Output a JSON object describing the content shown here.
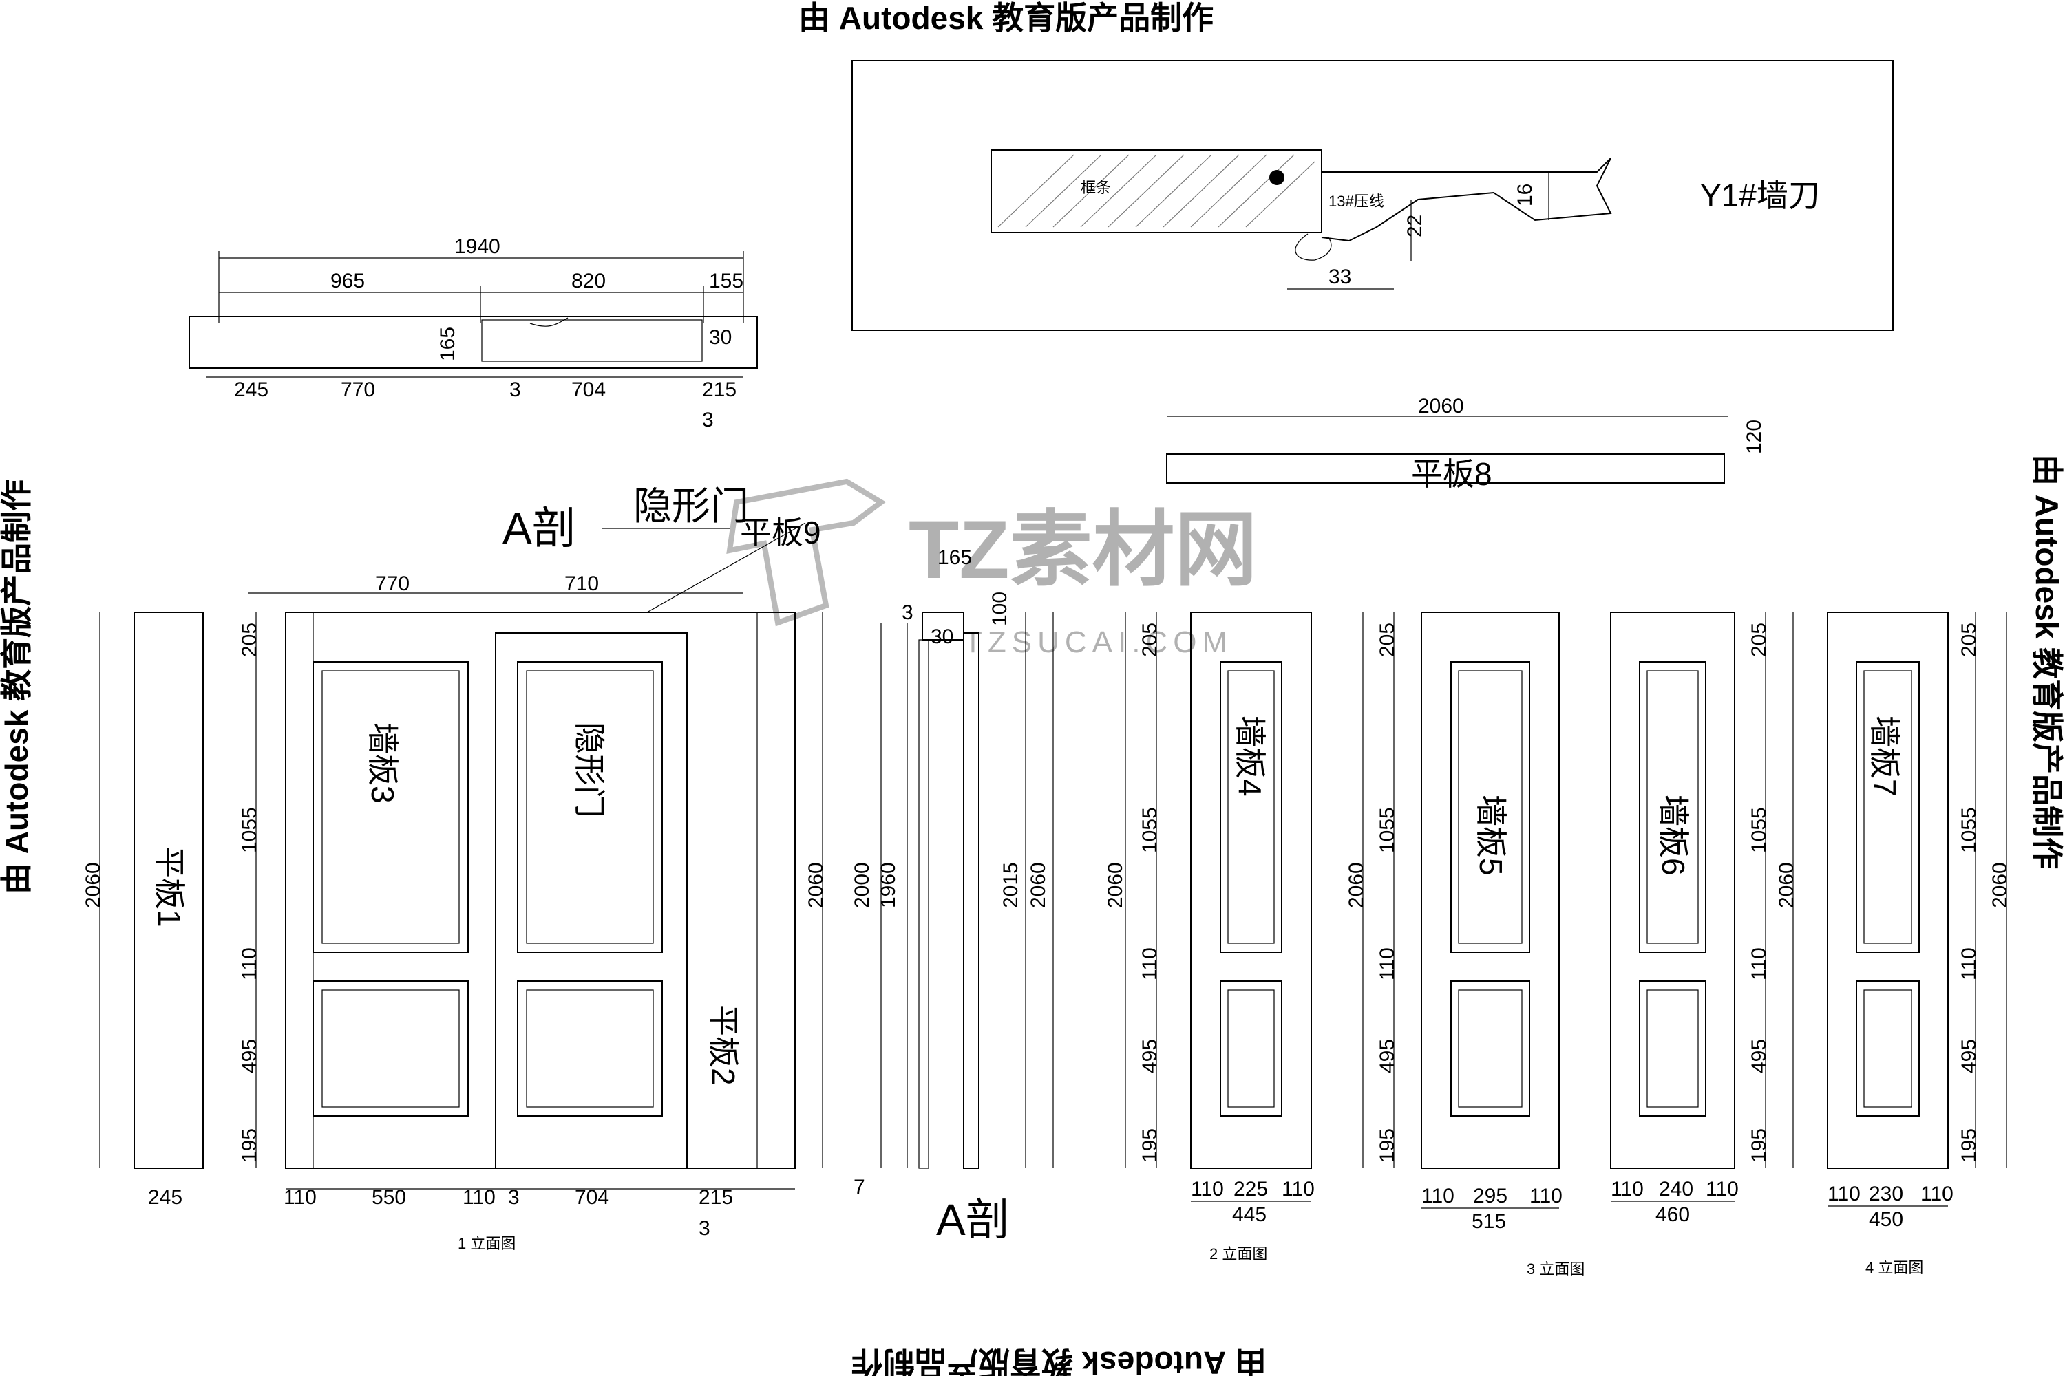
{
  "watermarks": {
    "top": "由 Autodesk 教育版产品制作",
    "bottom": "由 Autodesk 教育版产品制作",
    "left": "由 Autodesk 教育版产品制作",
    "right": "由 Autodesk 教育版产品制作"
  },
  "site_logo": {
    "main": "TZ素材网",
    "sub": "TZSUCAI.COM"
  },
  "detail_box": {
    "title": "Y1#墙刀",
    "label_wood": "框条",
    "label_line": "13#压线",
    "dim_16": "16",
    "dim_22": "22",
    "dim_33": "33"
  },
  "plan_view": {
    "overall": "1940",
    "left": "965",
    "right": "820",
    "right_end": "155",
    "h165": "165",
    "h30": "30",
    "b1": "245",
    "b2": "770",
    "b3": "3",
    "b4": "704",
    "b5": "215",
    "b6": "3"
  },
  "panel_strip": {
    "length": "2060",
    "thickness": "120",
    "label": "平板8"
  },
  "labels": {
    "section_a": "A剖",
    "hidden_door_top": "隐形门",
    "flat9": "平板9",
    "flat1": "平板1",
    "flat2": "平板2",
    "wall3": "墙板3",
    "hidden_door": "隐形门",
    "wall4": "墙板4",
    "wall5": "墙板5",
    "wall6": "墙板6",
    "wall7": "墙板7",
    "section_a_bottom": "A剖"
  },
  "elev1": {
    "top770": "770",
    "top710": "710",
    "h2060": "2060",
    "v205": "205",
    "v1055": "1055",
    "v110": "110",
    "v495": "495",
    "v195": "195",
    "b245": "245",
    "b110a": "110",
    "b550": "550",
    "b110b": "110",
    "b3": "3",
    "b704": "704",
    "b215": "215",
    "b3b": "3",
    "right2060": "2060",
    "caption": "1 立面图"
  },
  "section": {
    "w165": "165",
    "t3": "3",
    "t30": "30",
    "t100": "100",
    "h2000": "2000",
    "h1960": "1960",
    "h2015": "2015",
    "h2060": "2060",
    "b7": "7"
  },
  "elev2": {
    "h2060": "2060",
    "v205": "205",
    "v1055": "1055",
    "v110": "110",
    "v495": "495",
    "v195": "195",
    "b1": "110",
    "b2": "225",
    "b3": "110",
    "total": "445",
    "caption": "2 立面图"
  },
  "elev3": {
    "h2060": "2060",
    "v205": "205",
    "v1055": "1055",
    "v110": "110",
    "v495": "495",
    "v195": "195",
    "b1": "110",
    "b2": "295",
    "b3": "110",
    "total": "515",
    "caption": "3 立面图"
  },
  "elev4": {
    "h2060": "2060",
    "v205": "205",
    "v1055": "1055",
    "v110": "110",
    "v495": "495",
    "v195": "195",
    "b1": "110",
    "b2": "240",
    "b3": "110",
    "total": "460",
    "caption": ""
  },
  "elev5": {
    "h2060": "2060",
    "v205": "205",
    "v1055": "1055",
    "v110": "110",
    "v495": "495",
    "v195": "195",
    "b1": "110",
    "b2": "230",
    "b3": "110",
    "total": "450",
    "caption": "4 立面图"
  }
}
